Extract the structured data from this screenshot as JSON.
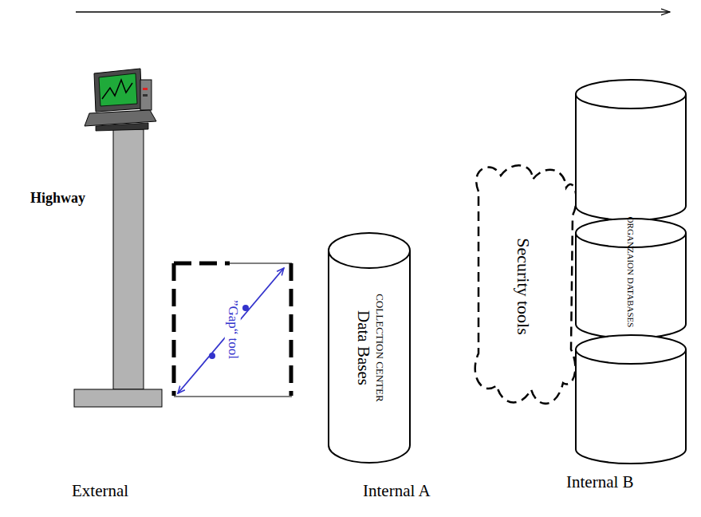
{
  "diagram": {
    "nodes": [
      {
        "text": [
          "”Gap“ tool"
        ]
      },
      {
        "text": [
          "COLLECTION CENTER",
          "Data Bases"
        ]
      },
      {
        "text": [
          "Security tools"
        ]
      },
      {
        "text": [
          "ORGANZAION DATABASES"
        ]
      }
    ],
    "labels": [
      "Highway",
      "External",
      "Internal A",
      "Internal B"
    ]
  }
}
